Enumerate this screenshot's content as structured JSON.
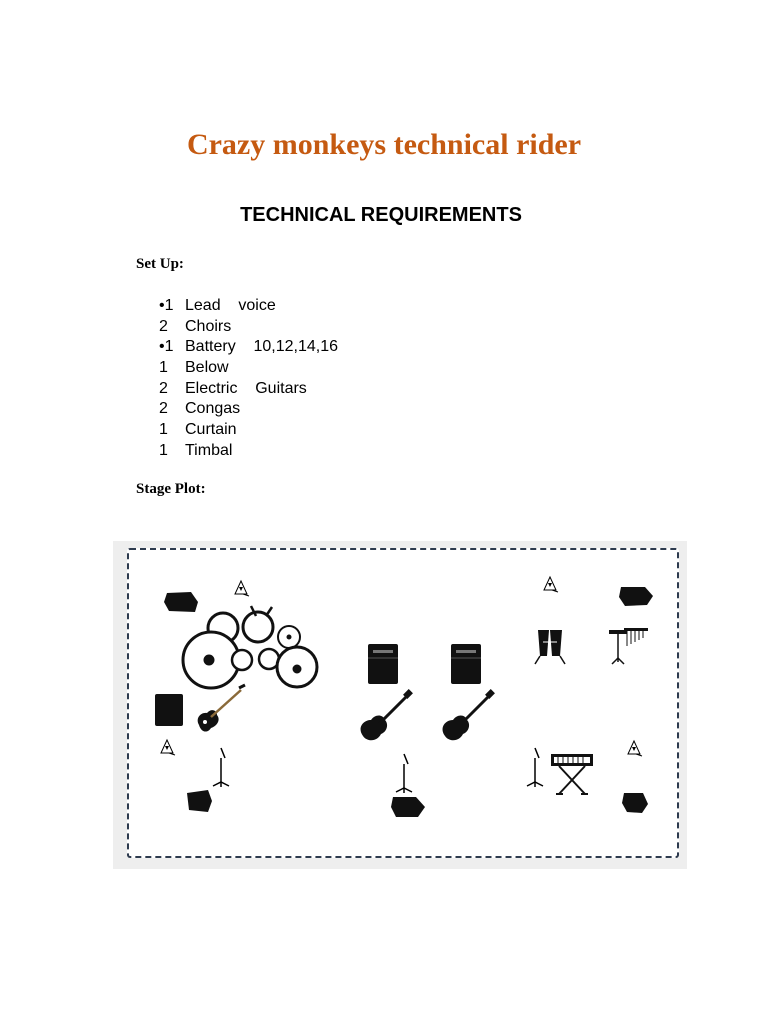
{
  "document": {
    "title": "Crazy monkeys technical rider",
    "subtitle": "TECHNICAL REQUIREMENTS",
    "setup_label": "Set Up:",
    "setup_items": [
      {
        "qty": "•1",
        "item": "Lead    voice"
      },
      {
        "qty": "2",
        "item": "Choirs"
      },
      {
        "qty": "•1",
        "item": "Battery    10,12,14,16"
      },
      {
        "qty": "1",
        "item": "Below"
      },
      {
        "qty": "2",
        "item": "Electric    Guitars"
      },
      {
        "qty": "2",
        "item": "Congas"
      },
      {
        "qty": "1",
        "item": "Curtain"
      },
      {
        "qty": "1",
        "item": "Timbal"
      }
    ],
    "stage_plot_label": "Stage Plot:"
  },
  "colors": {
    "title": "#c55a11",
    "plot_border": "#2d3a4e",
    "plot_background": "#eeeeee"
  },
  "stage_plot_icons": [
    "floor-monitor-icon",
    "drum-kit-icon",
    "bass-amp-icon",
    "bass-guitar-icon",
    "guitar-amp-icon",
    "electric-guitar-icon",
    "congas-icon",
    "timbal-icon",
    "keyboard-icon",
    "mic-stand-icon",
    "power-outlet-icon"
  ]
}
